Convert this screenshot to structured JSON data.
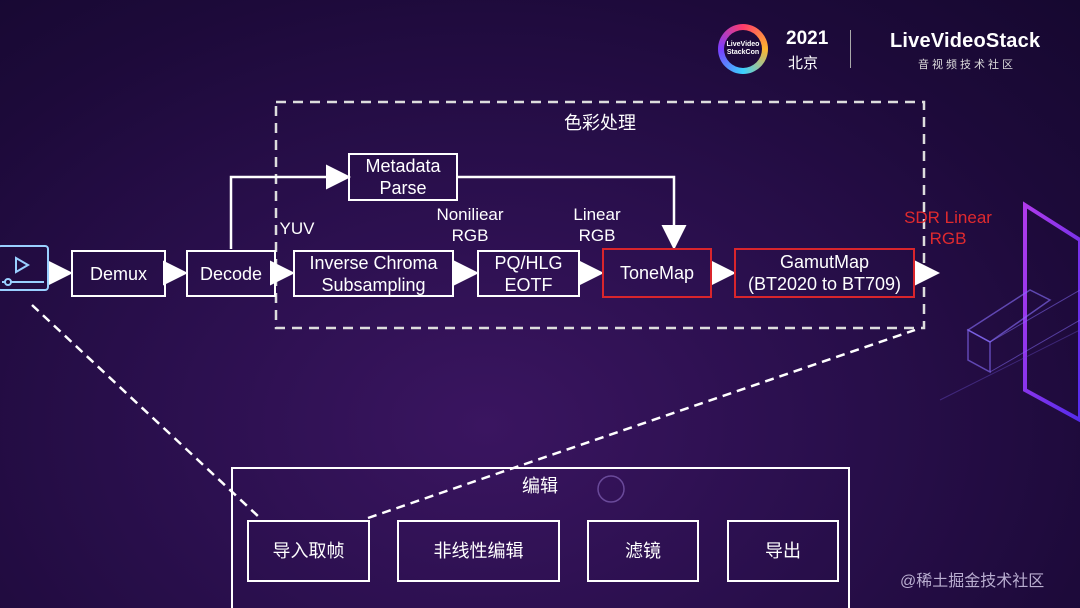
{
  "header": {
    "year": "2021",
    "city": "北京",
    "brand": "LiveVideoStack",
    "brand_sub": "音视频技术社区",
    "badge_text": "LiveVideo StackCon"
  },
  "color_process": {
    "title": "色彩处理",
    "demux": "Demux",
    "decode": "Decode",
    "yuv": "YUV",
    "metadata": "Metadata\nParse",
    "inverse_chroma": "Inverse Chroma\nSubsampling",
    "nonlinear_rgb": "Noniliear\nRGB",
    "pq_hlg": "PQ/HLG\nEOTF",
    "linear_rgb": "Linear\nRGB",
    "tonemap": "ToneMap",
    "gamutmap": "GamutMap\n(BT2020 to BT709)",
    "sdr_linear": "SDR Linear\nRGB"
  },
  "edit": {
    "title": "编辑",
    "import": "导入取帧",
    "nonlinear_edit": "非线性编辑",
    "filter": "滤镜",
    "export": "导出"
  },
  "watermark": "@稀土掘金技术社区",
  "colors": {
    "accent_red": "#d9252c",
    "bg": "#2a0f4d"
  }
}
